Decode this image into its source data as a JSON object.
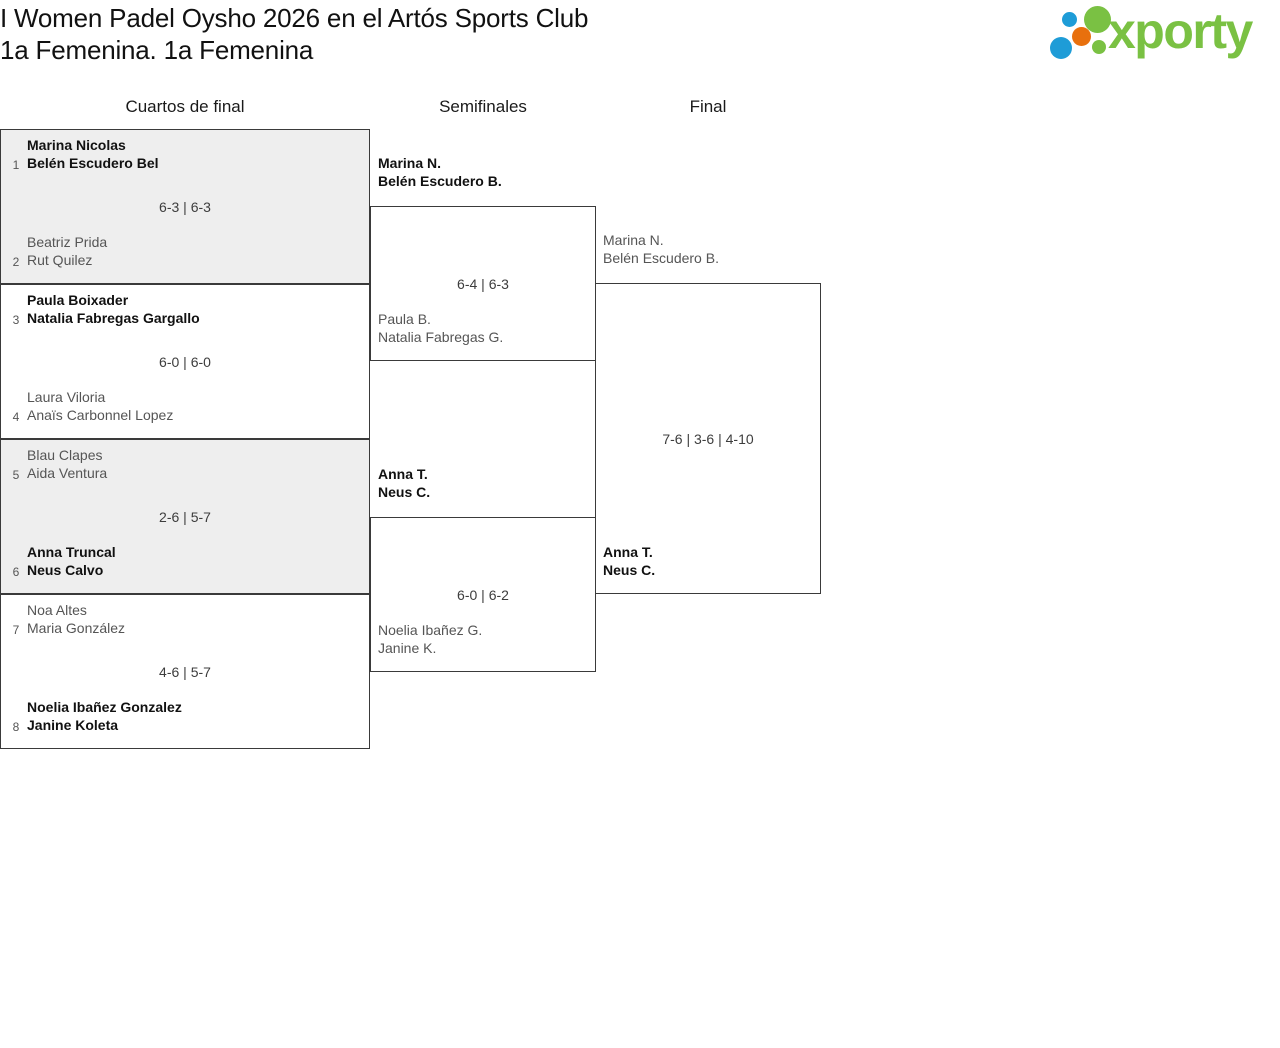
{
  "header": {
    "title_line_1": "I Women Padel Oysho 2026 en el Artós Sports Club",
    "title_line_2": "1a Femenina. 1a Femenina",
    "logo_wordmark": "xporty",
    "brand_colors": {
      "green": "#7ac143",
      "blue": "#1e9cd7",
      "orange": "#e8700d"
    }
  },
  "rounds": [
    {
      "label": "Cuartos de final"
    },
    {
      "label": "Semifinales"
    },
    {
      "label": "Final"
    }
  ],
  "bracket": {
    "quarterfinals": [
      {
        "shaded": true,
        "score": "6-3 | 6-3",
        "top": {
          "seed": "1",
          "name1": "Marina Nicolas",
          "name2": "Belén Escudero Bel",
          "winner": true
        },
        "bottom": {
          "seed": "2",
          "name1": "Beatriz Prida",
          "name2": "Rut Quilez",
          "winner": false
        }
      },
      {
        "shaded": false,
        "score": "6-0 | 6-0",
        "top": {
          "seed": "3",
          "name1": "Paula Boixader",
          "name2": "Natalia Fabregas Gargallo",
          "winner": true
        },
        "bottom": {
          "seed": "4",
          "name1": "Laura Viloria",
          "name2": "Anaïs Carbonnel Lopez",
          "winner": false
        }
      },
      {
        "shaded": true,
        "score": "2-6 | 5-7",
        "top": {
          "seed": "5",
          "name1": "Blau Clapes",
          "name2": "Aida Ventura",
          "winner": false
        },
        "bottom": {
          "seed": "6",
          "name1": "Anna Truncal",
          "name2": "Neus Calvo",
          "winner": true
        }
      },
      {
        "shaded": false,
        "score": "4-6 | 5-7",
        "top": {
          "seed": "7",
          "name1": "Noa Altes",
          "name2": "Maria González",
          "winner": false
        },
        "bottom": {
          "seed": "8",
          "name1": "Noelia Ibañez Gonzalez",
          "name2": "Janine Koleta",
          "winner": true
        }
      }
    ],
    "semifinals": [
      {
        "score": "6-4 | 6-3",
        "top": {
          "name1": "Marina N.",
          "name2": "Belén Escudero B.",
          "winner": true
        },
        "bottom": {
          "name1": "Paula B.",
          "name2": "Natalia Fabregas G.",
          "winner": false
        }
      },
      {
        "score": "6-0 | 6-2",
        "top": {
          "name1": "Anna T.",
          "name2": "Neus C.",
          "winner": true
        },
        "bottom": {
          "name1": "Noelia Ibañez G.",
          "name2": "Janine K.",
          "winner": false
        }
      }
    ],
    "final": [
      {
        "score": "7-6 | 3-6 | 4-10",
        "top": {
          "name1": "Marina N.",
          "name2": "Belén Escudero B.",
          "winner": false
        },
        "bottom": {
          "name1": "Anna T.",
          "name2": "Neus C.",
          "winner": true
        }
      }
    ]
  }
}
